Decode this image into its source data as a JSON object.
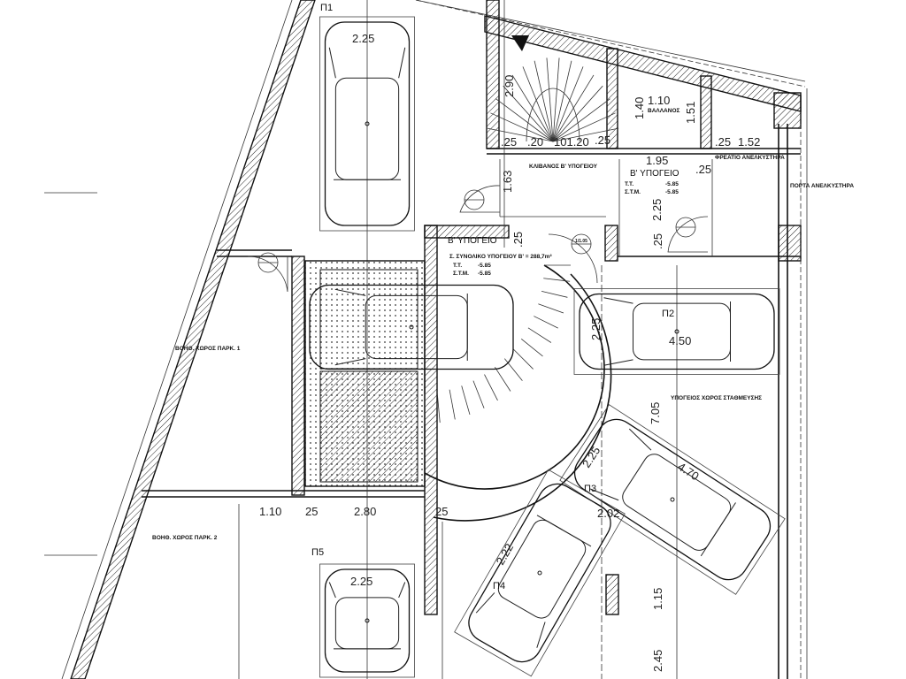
{
  "parking": {
    "p1": "Π1",
    "p2": "Π2",
    "p3": "Π3",
    "p4": "Π4",
    "p5": "Π5"
  },
  "rooms": {
    "basement_b": "Β' ΥΠΟΓΕΙΟ",
    "basement_b2": "Β' ΥΠΟΓΕΙΟ",
    "basement_total": "Σ. ΣΥΝΟΛΙΚΟ ΥΠΟΓΕΙΟΥ Β' = 288,7m²",
    "stair_box": "ΚΛΙΒΑΝΟΣ Β' ΥΠΟΓΕΙΟΥ",
    "storage": "ΒΑΛΛΑΝΟΣ",
    "elevator": "ΦΡΕΑΤΙΟ ΑΝΕΛΚΥΣΤΗΡΑ",
    "elevator_door": "ΠΟΡΤΑ ΑΝΕΛΚΥΣΤΗΡΑ",
    "aux1": "ΒΟΗΘ. ΧΩΡΟΣ ΠΑΡΚ. 1",
    "aux2": "ΒΟΗΘ. ΧΩΡΟΣ ΠΑΡΚ. 2",
    "parking_area": "ΥΠΟΓΕΙΟΣ ΧΩΡΟΣ ΣΤΑΘΜΕΥΣΗΣ"
  },
  "levels": {
    "tt": "Τ.Τ.",
    "tt_val": "-5.85",
    "stm": "Σ.Τ.Μ.",
    "stm_val": "-5.85"
  },
  "dims": {
    "p1_w": "2.25",
    "stair_h": "2.90",
    "d25a": ".25",
    "d20": ".20",
    "d101": "101.20",
    "d25b": ".25",
    "st_w": "1.10",
    "st_h": "1.40",
    "d151": "1.51",
    "d25c": ".25",
    "d152": "1.52",
    "d163": "1.63",
    "d195": "1.95",
    "d225": "2.25",
    "d25d": ".25",
    "d25e": ".25",
    "d25f": ".25",
    "p2_h": "2.25",
    "p2_w": "4.50",
    "d705": "7.05",
    "p3_l": "4.70",
    "p3_w": "2.25",
    "d202": "2.02",
    "d110": "1.10",
    "d25g": "25",
    "d280": "2.80",
    "d25h": "25",
    "p4_w": "2.22",
    "d115": "1.15",
    "d245": "2.45",
    "p5_w": "2.25"
  },
  "door_tags": {
    "tag": "1/1.05"
  }
}
